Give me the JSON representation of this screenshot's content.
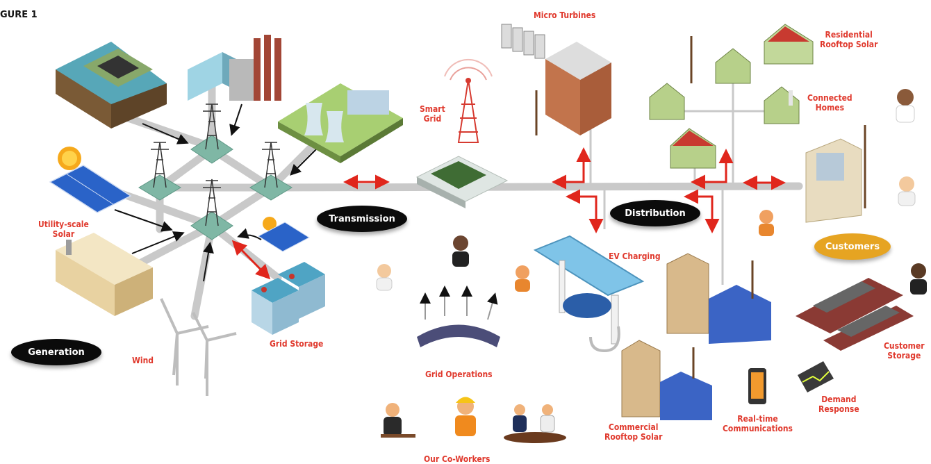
{
  "figure_label": "GURE 1",
  "stages": {
    "generation": "Generation",
    "transmission": "Transmission",
    "distribution": "Distribution",
    "customers": "Customers"
  },
  "labels": {
    "micro_turbines": "Micro Turbines",
    "residential_solar": [
      "Residential",
      "Rooftop Solar"
    ],
    "connected_homes": [
      "Connected",
      "Homes"
    ],
    "smart_grid": [
      "Smart",
      "Grid"
    ],
    "utility_solar": [
      "Utility-scale",
      "Solar"
    ],
    "wind": "Wind",
    "grid_storage": "Grid Storage",
    "ev_charging": "EV Charging",
    "grid_operations": "Grid Operations",
    "our_coworkers": "Our Co-Workers",
    "commercial_solar": [
      "Commercial",
      "Rooftop Solar"
    ],
    "realtime_comms": [
      "Real-time",
      "Communications"
    ],
    "demand_response": [
      "Demand",
      "Response"
    ],
    "customer_storage": [
      "Customer",
      "Storage"
    ]
  },
  "colors": {
    "label_red": "#e03a2e",
    "road_gray": "#c9c9c9",
    "pill_black": "#0b0b0b",
    "pill_gold": "#e6a422",
    "arrow_red": "#e0261c"
  }
}
